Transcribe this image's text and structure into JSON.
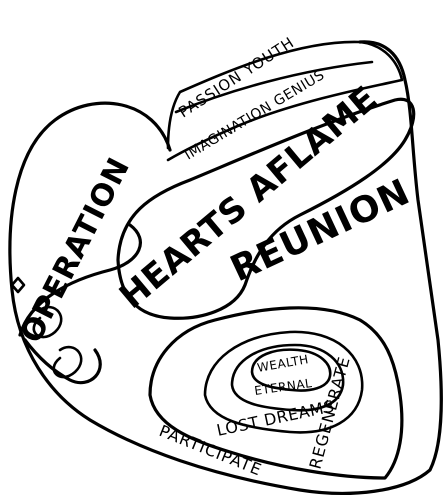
{
  "words": {
    "passion_youth": "PASSION YOUTH",
    "imagination_genius": "IMAGINATION GENIUS",
    "operation": "OPERATION",
    "hearts_aflame": "HEARTS AFLAME",
    "reunion": "REUNION",
    "wealth": "WEALTH",
    "eternal": "ETERNAL",
    "lost_dreams": "LOST DREAMS",
    "regenerate": "REGENERATE",
    "participate": "PARTICIPATE"
  }
}
